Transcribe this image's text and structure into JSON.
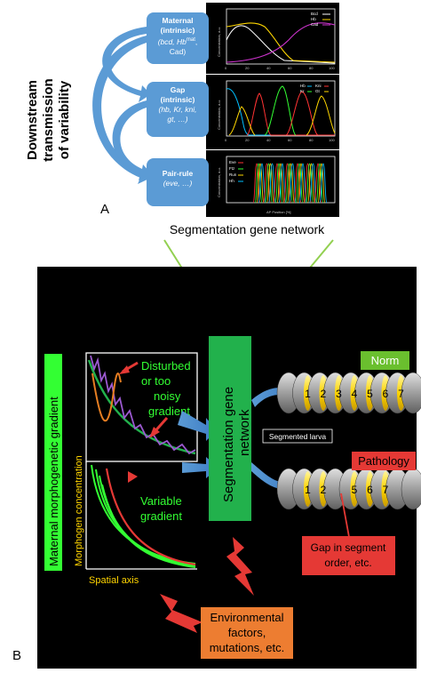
{
  "panel_a": {
    "label": "A",
    "side_title": [
      "Downstream",
      "transmission",
      "of variability"
    ],
    "tiers": [
      {
        "title": "Maternal",
        "sub1": "(intrinsic)",
        "genes": "(bcd, Hb",
        "sup": "mat",
        "genes2": ",",
        "genes3": "Cad)"
      },
      {
        "title": "Gap",
        "sub1": "(intrinsic)",
        "genes": "(hb, Kr, kni,",
        "genes3": "gt, …)"
      },
      {
        "title": "Pair-rule",
        "genes": "(eve, …)"
      }
    ],
    "plot1_legend": [
      "Bcd",
      "Hb",
      "Cad"
    ],
    "plot2_legend": [
      "Hb",
      "Kr",
      "Kni",
      "Gt"
    ],
    "plot3_legend": [
      "Eve",
      "Ftz",
      "Run",
      "Hh"
    ],
    "plot_ylabel": "Concentration, a.u.",
    "x_ticks": [
      "0",
      "20",
      "40",
      "60",
      "80",
      "100"
    ],
    "x_axis_label": "AP Position [%]",
    "caption": "Segmentation gene network"
  },
  "panel_b": {
    "label": "B",
    "maternal_gradient_label": "Maternal morphogenetic gradient",
    "morphogen_axis_label": "Morphogen concentration",
    "spatial_axis_label": "Spatial axis",
    "disturbed_label": [
      "Disturbed",
      "or too",
      "noisy",
      "gradient"
    ],
    "variable_label": [
      "Variable",
      "gradient"
    ],
    "network_label": [
      "Segmentation gene",
      "network"
    ],
    "norm_label": "Norm",
    "pathology_label": "Pathology",
    "segmented_larva_label": "Segmented larva",
    "gap_label": [
      "Gap in segment",
      "order, etc."
    ],
    "env_label": [
      "Environmental",
      "factors,",
      "mutations, etc."
    ],
    "norm_segments": [
      "1",
      "2",
      "3",
      "4",
      "5",
      "6",
      "7"
    ],
    "path_segments": [
      "1",
      "2",
      "5",
      "6",
      "7"
    ]
  },
  "colors": {
    "tier_blue": "#5b9bd5",
    "link_green": "#92d050",
    "network_green": "#22b14c",
    "label_green": "#33ff33",
    "warning_red": "#e53935",
    "env_orange": "#ed7d31",
    "stripe_yellow": "#ffd400"
  }
}
